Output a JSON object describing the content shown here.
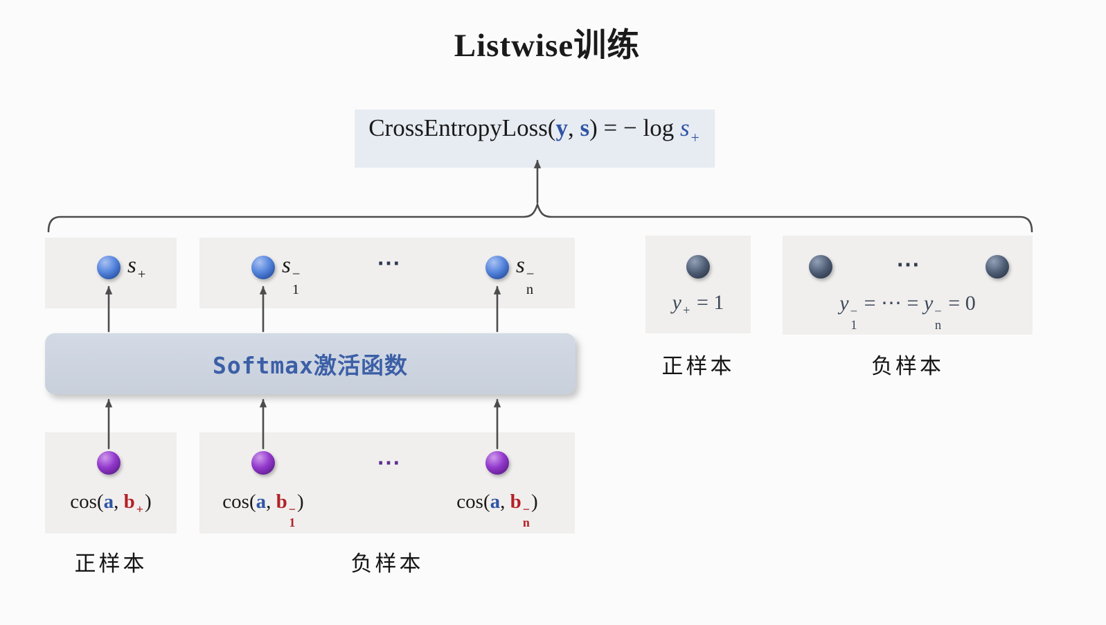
{
  "title": "Listwise训练",
  "formula": {
    "fn": "CrossEntropyLoss(",
    "y": "y",
    "comma": ", ",
    "s": "s",
    "close": ") = − log ",
    "s_base": "s",
    "s_sup": "+",
    "s_sub": ""
  },
  "softmax": {
    "label": "Softmax激活函数"
  },
  "scores": {
    "pos": {
      "base": "s",
      "sup": "+",
      "sub": ""
    },
    "neg1": {
      "base": "s",
      "sup": "−",
      "sub": "1"
    },
    "negn": {
      "base": "s",
      "sup": "−",
      "sub": "n"
    },
    "dots": "⋯"
  },
  "cos": {
    "pos": {
      "fn": "cos(",
      "a": "a",
      "sep": ", ",
      "b": "b",
      "sup": "+",
      "sub": "",
      "close": ")"
    },
    "neg1": {
      "fn": "cos(",
      "a": "a",
      "sep": ", ",
      "b": "b",
      "sup": "−",
      "sub": "1",
      "close": ")"
    },
    "negn": {
      "fn": "cos(",
      "a": "a",
      "sep": ", ",
      "b": "b",
      "sup": "−",
      "sub": "n",
      "close": ")"
    },
    "dots": "⋯"
  },
  "targets": {
    "pos": {
      "y": "y",
      "sup": "+",
      "sub": "",
      "eq": " = 1"
    },
    "neg": {
      "y1": "y",
      "y1sup": "−",
      "y1sub": "1",
      "mid": " = ⋯ = ",
      "yn": "y",
      "ynsup": "−",
      "ynsub": "n",
      "eq": " = 0"
    },
    "dots": "⋯"
  },
  "labels": {
    "pos_bottom": "正样本",
    "neg_bottom": "负样本",
    "pos_right": "正样本",
    "neg_right": "负样本"
  },
  "colors": {
    "accent_blue": "#2f55a4",
    "vector_red": "#b42025",
    "sphere_blue": "#4a7fd8",
    "sphere_purple": "#8a2fbe",
    "sphere_dark": "#445062",
    "box_gray": "#f0efee",
    "softmax_bg": "#ccd4e0",
    "formula_bg": "#e7ebf2",
    "arrow": "#4c4c4c"
  }
}
